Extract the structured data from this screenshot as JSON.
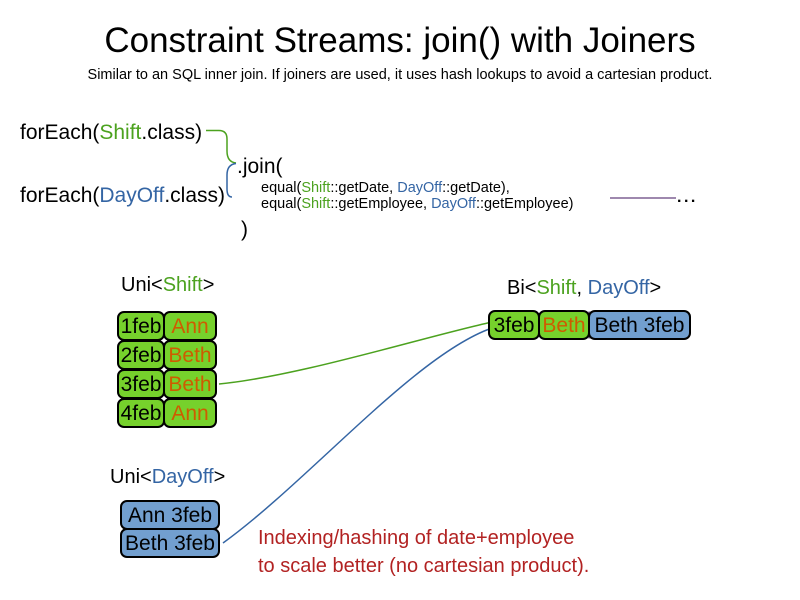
{
  "slide": {
    "title": "Constraint Streams: join() with Joiners",
    "subtitle": "Similar to an SQL inner join. If joiners are used, it uses hash lookups to avoid a cartesian product."
  },
  "code": {
    "foreach_shift": {
      "pre": "forEach(",
      "class_name": "Shift",
      "post": ".class)"
    },
    "foreach_dayoff": {
      "pre": "forEach(",
      "class_name": "DayOff",
      "post": ".class)"
    },
    "join_open": ".join(",
    "equal_date": {
      "pre": "equal(",
      "shift": "Shift",
      "mid": "::getDate, ",
      "dayoff": "DayOff",
      "post": "::getDate),"
    },
    "equal_employee": {
      "pre": "equal(",
      "shift": "Shift",
      "mid": "::getEmployee, ",
      "dayoff": "DayOff",
      "post": "::getEmployee)"
    },
    "join_close": ")",
    "ellipsis": "..."
  },
  "uni_shift": {
    "label": {
      "pre": "Uni<",
      "type": "Shift",
      "post": ">"
    },
    "rows": [
      {
        "date": "1feb",
        "employee": "Ann"
      },
      {
        "date": "2feb",
        "employee": "Beth"
      },
      {
        "date": "3feb",
        "employee": "Beth"
      },
      {
        "date": "4feb",
        "employee": "Ann"
      }
    ]
  },
  "bi": {
    "label": {
      "pre": "Bi<",
      "shift": "Shift",
      "sep": ", ",
      "dayoff": "DayOff",
      "post": ">"
    },
    "row": {
      "date": "3feb",
      "employee": "Beth",
      "dayoff": "Beth 3feb"
    }
  },
  "uni_dayoff": {
    "label": {
      "pre": "Uni<",
      "type": "DayOff",
      "post": ">"
    },
    "rows": [
      {
        "value": "Ann 3feb"
      },
      {
        "value": "Beth 3feb"
      }
    ]
  },
  "note": {
    "line1": "Indexing/hashing of date+employee",
    "line2": "to scale better (no cartesian product)."
  },
  "colors": {
    "shift_green": "#4CA21F",
    "dayoff_blue": "#3465A4",
    "cell_green": "#76D12C",
    "cell_blue": "#729FCF",
    "employee_orange": "#CE5C00",
    "note_red": "#B22222",
    "joiner_purple": "#7E6193",
    "text_black": "#000000"
  }
}
